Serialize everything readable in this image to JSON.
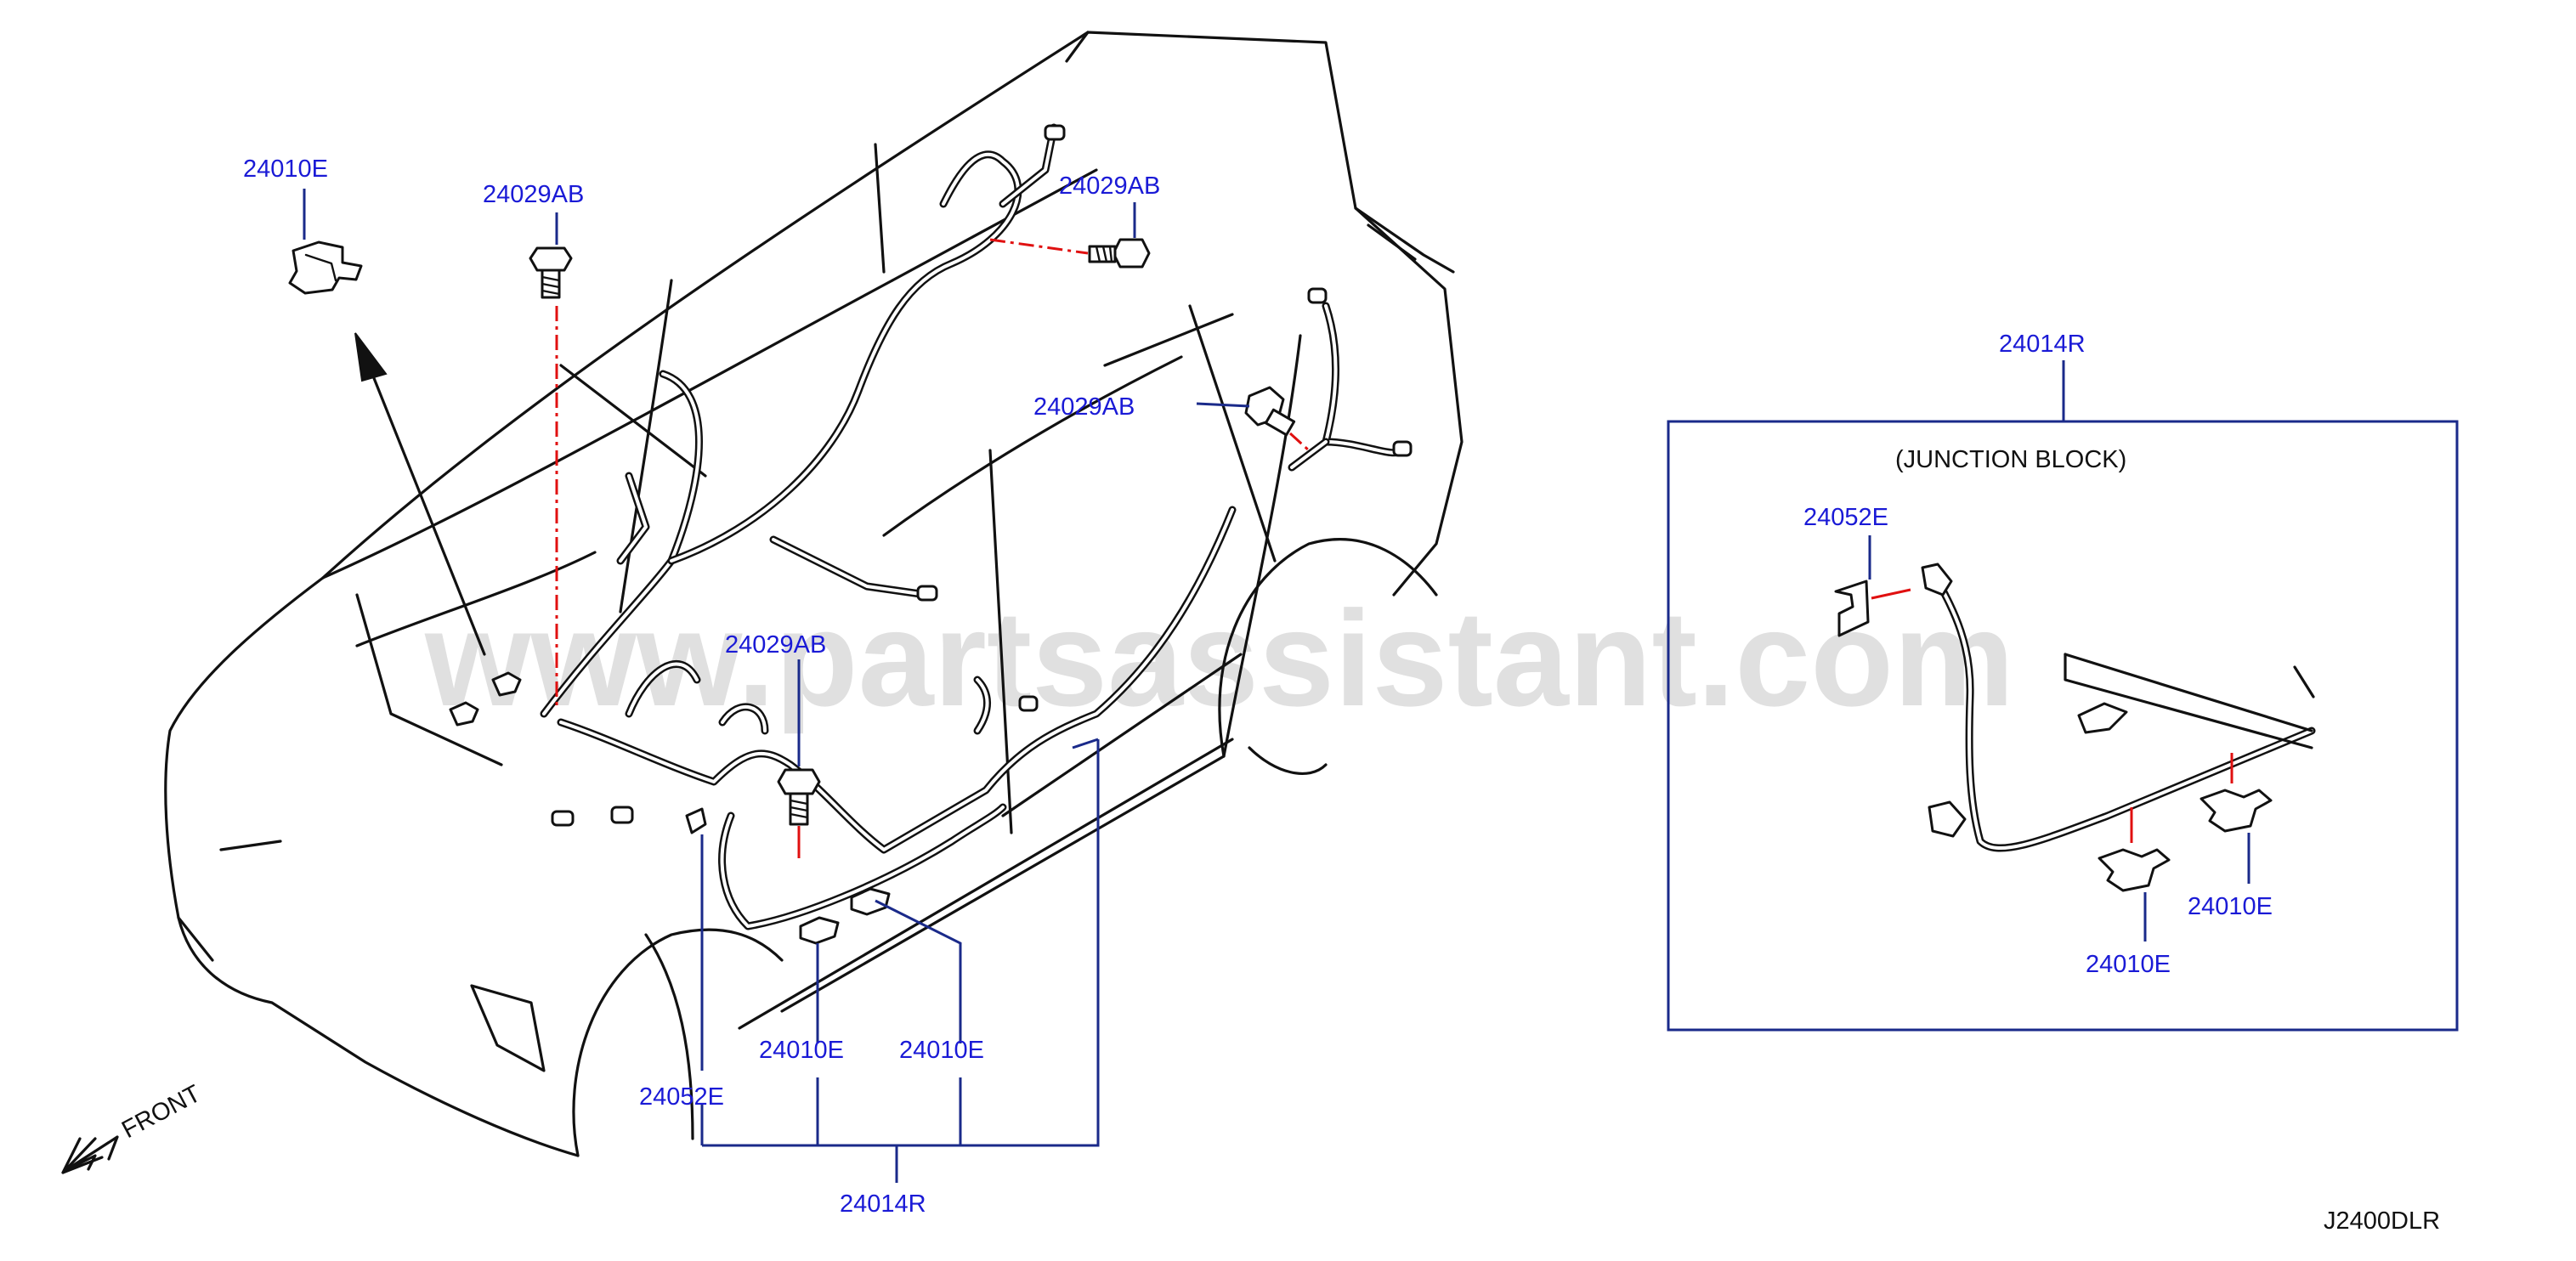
{
  "watermark": "www.partsassistant.com",
  "diagram_code": "J2400DLR",
  "front_label": "FRONT",
  "inset": {
    "part_number": "24014R",
    "title": "(JUNCTION   BLOCK)",
    "labels": {
      "bracket": "24052E",
      "clip_left": "24010E",
      "clip_right": "24010E"
    }
  },
  "labels": {
    "clip_detail": "24010E",
    "bolt_engine": "24029AB",
    "bolt_roof": "24029AB",
    "bolt_rear": "24029AB",
    "bolt_floor": "24029AB",
    "clip_sill_left": "24010E",
    "clip_sill_right": "24010E",
    "bracket_front": "24052E",
    "harness": "24014R"
  },
  "colors": {
    "label": "#1a1ad6",
    "leader": "#1a2a8a",
    "line": "#111111",
    "red_link": "#e01010"
  }
}
